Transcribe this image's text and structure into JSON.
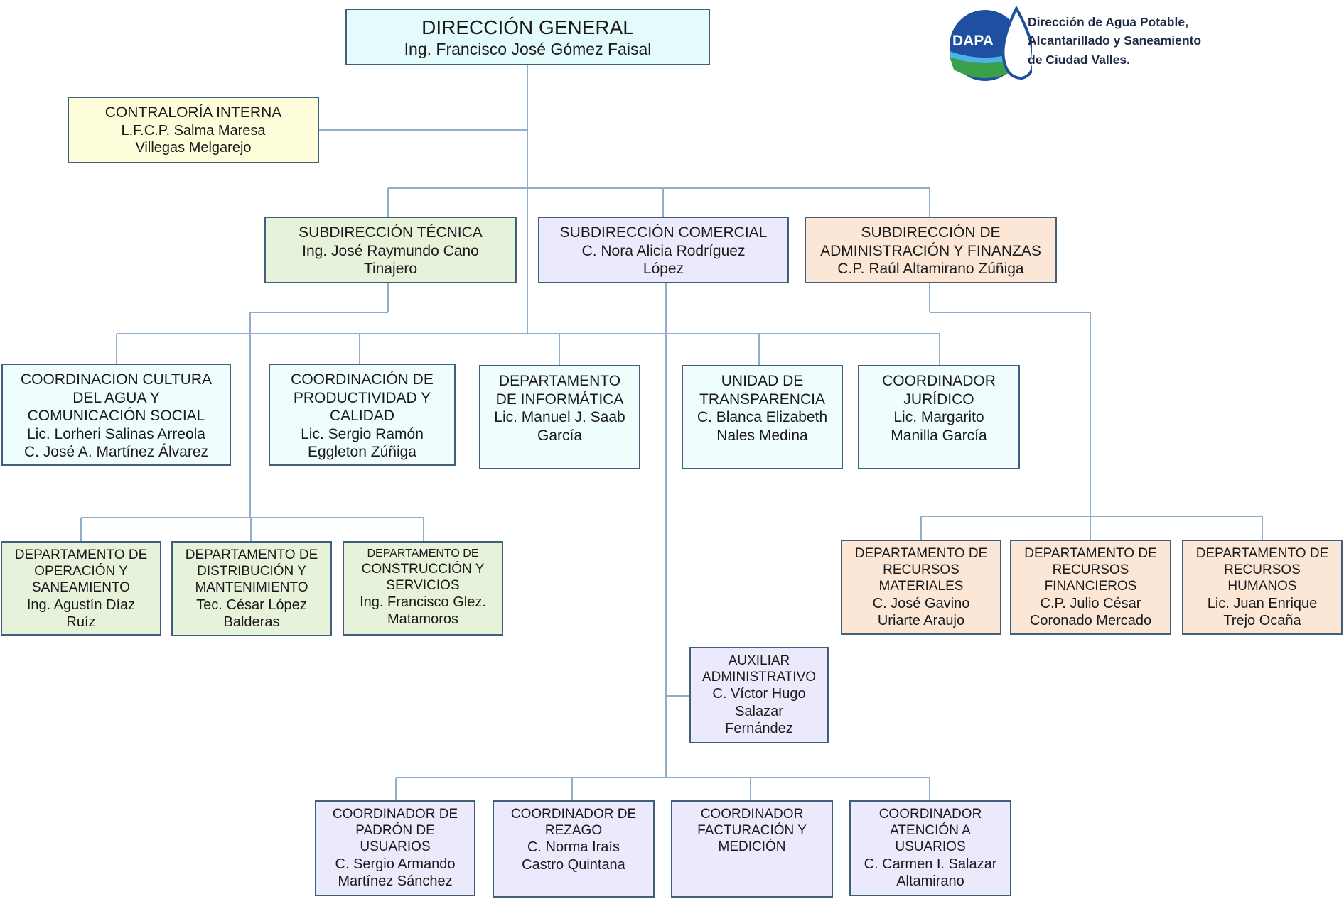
{
  "logo": {
    "mark": "DAPA",
    "lines": [
      "Dirección de Agua Potable,",
      "Alcantarillado y Saneamiento",
      "de Ciudad Valles."
    ]
  },
  "colors": {
    "border": "#3f5f7a",
    "connector": "#8faecb",
    "direccion": "#e4fbfb",
    "contraloria": "#fefdd9",
    "tecnica": "#e7f2db",
    "comercial": "#ebeafd",
    "administracion": "#fce6d5",
    "staff": "#f0fdfd"
  },
  "nodes": {
    "direccion": {
      "title": "DIRECCIÓN GENERAL",
      "name": "Ing. Francisco José Gómez Faisal"
    },
    "contraloria": {
      "title": "CONTRALORÍA INTERNA",
      "name": "L.F.C.P. Salma Maresa\nVillegas Melgarejo"
    },
    "sub_tecnica": {
      "title": "SUBDIRECCIÓN TÉCNICA",
      "name": "Ing. José Raymundo Cano\nTinajero"
    },
    "sub_comercial": {
      "title": "SUBDIRECCIÓN COMERCIAL",
      "name": "C. Nora Alicia Rodríguez\nLópez"
    },
    "sub_admin": {
      "title": "SUBDIRECCIÓN DE\nADMINISTRACIÓN Y FINANZAS",
      "name": "C.P. Raúl Altamirano Zúñiga"
    },
    "coord_cultura": {
      "title": "COORDINACION CULTURA\nDEL AGUA Y\nCOMUNICACIÓN SOCIAL",
      "name": "Lic. Lorheri Salinas Arreola\nC. José A. Martínez Álvarez"
    },
    "coord_productividad": {
      "title": "COORDINACIÓN DE\nPRODUCTIVIDAD Y\nCALIDAD",
      "name": "Lic. Sergio Ramón\nEggleton Zúñiga"
    },
    "depto_informatica": {
      "title": "DEPARTAMENTO\nDE INFORMÁTICA",
      "name": "Lic. Manuel J. Saab\nGarcía"
    },
    "unidad_transparencia": {
      "title": "UNIDAD DE\nTRANSPARENCIA",
      "name": "C. Blanca Elizabeth\nNales Medina"
    },
    "coord_juridico": {
      "title": "COORDINADOR\nJURÍDICO",
      "name": "Lic. Margarito\nManilla García"
    },
    "depto_operacion": {
      "title": "DEPARTAMENTO DE\nOPERACIÓN Y\nSANEAMIENTO",
      "name": "Ing. Agustín Díaz\nRuíz"
    },
    "depto_distribucion": {
      "title": "DEPARTAMENTO DE\nDISTRIBUCIÓN Y\nMANTENIMIENTO",
      "name": "Tec. César López\nBalderas"
    },
    "depto_construccion": {
      "title_small": "DEPARTAMENTO DE",
      "title": "CONSTRUCCIÓN Y\nSERVICIOS",
      "name": "Ing. Francisco Glez.\nMatamoros"
    },
    "depto_materiales": {
      "title": "DEPARTAMENTO DE\nRECURSOS\nMATERIALES",
      "name": "C. José Gavino\nUriarte Araujo"
    },
    "depto_financieros": {
      "title": "DEPARTAMENTO DE\nRECURSOS\nFINANCIEROS",
      "name": "C.P. Julio César\nCoronado Mercado"
    },
    "depto_humanos": {
      "title": "DEPARTAMENTO DE\nRECURSOS\nHUMANOS",
      "name": "Lic. Juan Enrique\nTrejo Ocaña"
    },
    "auxiliar": {
      "title": "AUXILIAR\nADMINISTRATIVO",
      "name": "C. Víctor Hugo\nSalazar\nFernández"
    },
    "coord_padron": {
      "title": "COORDINADOR DE\nPADRÓN DE\nUSUARIOS",
      "name": "C. Sergio Armando\nMartínez Sánchez"
    },
    "coord_rezago": {
      "title": "COORDINADOR DE\nREZAGO",
      "name": "C. Norma Iraís\nCastro Quintana"
    },
    "coord_facturacion": {
      "title": "COORDINADOR\nFACTURACIÓN Y\nMEDICIÓN",
      "name": ""
    },
    "coord_atencion": {
      "title": "COORDINADOR\nATENCIÓN A\nUSUARIOS",
      "name": "C. Carmen I. Salazar\nAltamirano"
    }
  }
}
